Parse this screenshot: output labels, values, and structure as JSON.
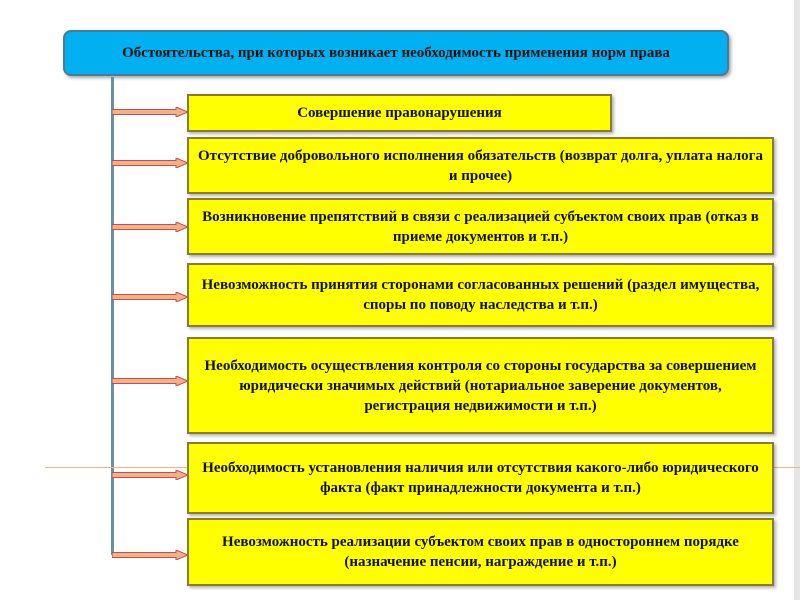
{
  "header": {
    "title": "Обстоятельства, при которых возникает необходимость применения норм права"
  },
  "items": [
    {
      "label": "Совершение правонарушения"
    },
    {
      "label": "Отсутствие добровольного исполнения обязательств (возврат долга, уплата налога и прочее)"
    },
    {
      "label": "Возникновение препятствий в связи с реализацией субъектом своих прав (отказ в приеме документов и т.п.)"
    },
    {
      "label": "Невозможность принятия сторонами согласованных решений (раздел имущества, споры по поводу наследства и т.п.)"
    },
    {
      "label": "Необходимость осуществления контроля со стороны государства за совершением юридически значимых действий (нотариальное заверение документов, регистрация недвижимости и т.п.)"
    },
    {
      "label": "Необходимость установления наличия или отсутствия какого-либо юридического факта  (факт принадлежности документа и т.п.)"
    },
    {
      "label": "Невозможность реализации субъектом своих прав в одностороннем порядке  (назначение пенсии, награждение и т.п.)"
    }
  ],
  "colors": {
    "header_fill": "#00b0f0",
    "item_fill": "#ffff00",
    "arrow_fill": "#f4b183",
    "arrow_stroke": "#c0504d",
    "trunk": "#6b8fa3"
  }
}
